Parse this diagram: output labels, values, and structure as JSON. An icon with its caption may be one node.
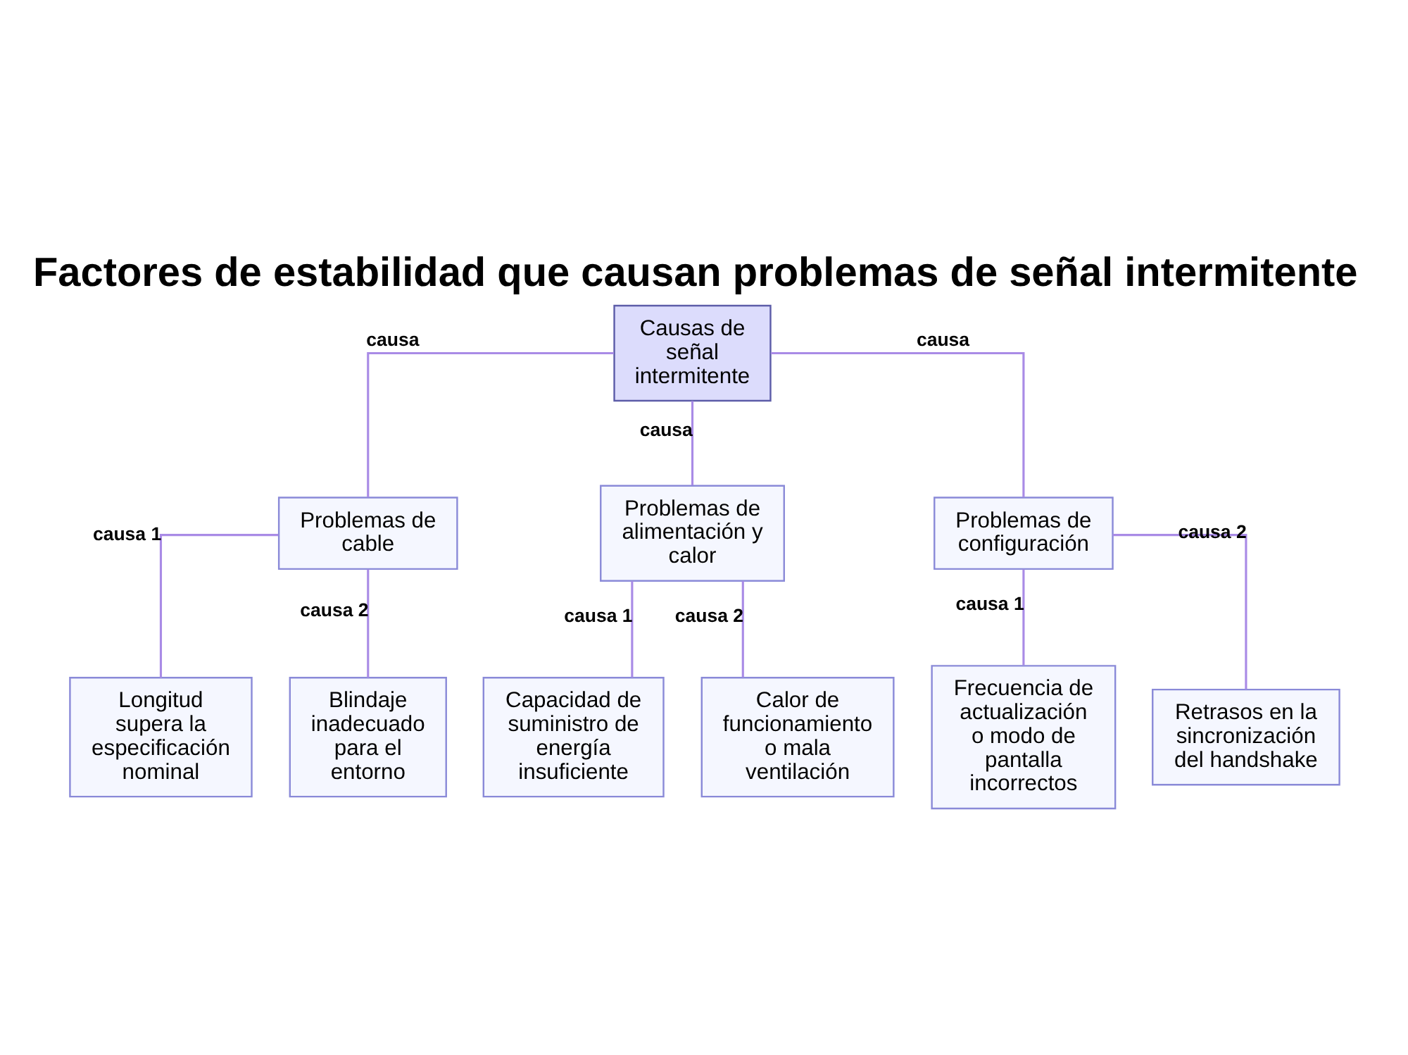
{
  "diagram": {
    "title": "Factores de estabilidad que causan problemas de señal intermitente",
    "nodes": [
      {
        "text": [
          "Causas de señal intermitente"
        ]
      },
      {
        "text": [
          "Problemas de cable"
        ]
      },
      {
        "text": [
          "Problemas de alimentación y calor"
        ]
      },
      {
        "text": [
          "Problemas de configuración"
        ]
      },
      {
        "text": [
          "Longitud supera la especificación nominal"
        ]
      },
      {
        "text": [
          "Blindaje inadecuado para el entorno"
        ]
      },
      {
        "text": [
          "Capacidad de suministro de energía insuficiente"
        ]
      },
      {
        "text": [
          "Calor de funcionamiento o mala ventilación"
        ]
      },
      {
        "text": [
          "Frecuencia de actualización o modo de pantalla incorrectos"
        ]
      },
      {
        "text": [
          "Retrasos en la sincronización del handshake"
        ]
      }
    ],
    "edges": [
      {
        "from": 0,
        "to": 1,
        "arrow": "none",
        "label": "causa"
      },
      {
        "from": 0,
        "to": 2,
        "arrow": "none",
        "label": "causa"
      },
      {
        "from": 0,
        "to": 3,
        "arrow": "none",
        "label": "causa"
      },
      {
        "from": 1,
        "to": 4,
        "arrow": "none",
        "label": "causa 1"
      },
      {
        "from": 1,
        "to": 5,
        "arrow": "none",
        "label": "causa 2"
      },
      {
        "from": 2,
        "to": 6,
        "arrow": "none",
        "label": "causa 1"
      },
      {
        "from": 2,
        "to": 7,
        "arrow": "none",
        "label": "causa 2"
      },
      {
        "from": 3,
        "to": 8,
        "arrow": "none",
        "label": "causa 1"
      },
      {
        "from": 3,
        "to": 9,
        "arrow": "none",
        "label": "causa 2"
      }
    ]
  }
}
